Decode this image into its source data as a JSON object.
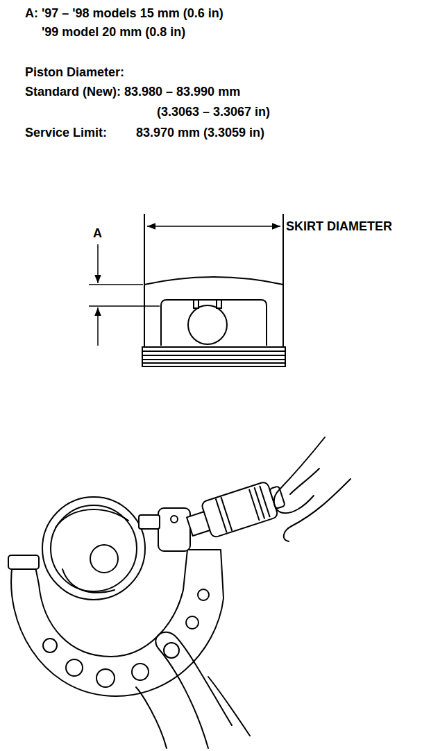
{
  "diagram": {
    "labels": [
      "A: '97 – '98 models 15 mm (0.6 in)",
      "'99 model 20 mm (0.8 in)",
      "Piston Diameter:",
      "Standard (New): 83.980 – 83.990 mm",
      "(3.3063 – 3.3067 in)",
      "Service Limit:",
      "83.970 mm (3.3059 in)",
      "A",
      "SKIRT DIAMETER"
    ]
  }
}
